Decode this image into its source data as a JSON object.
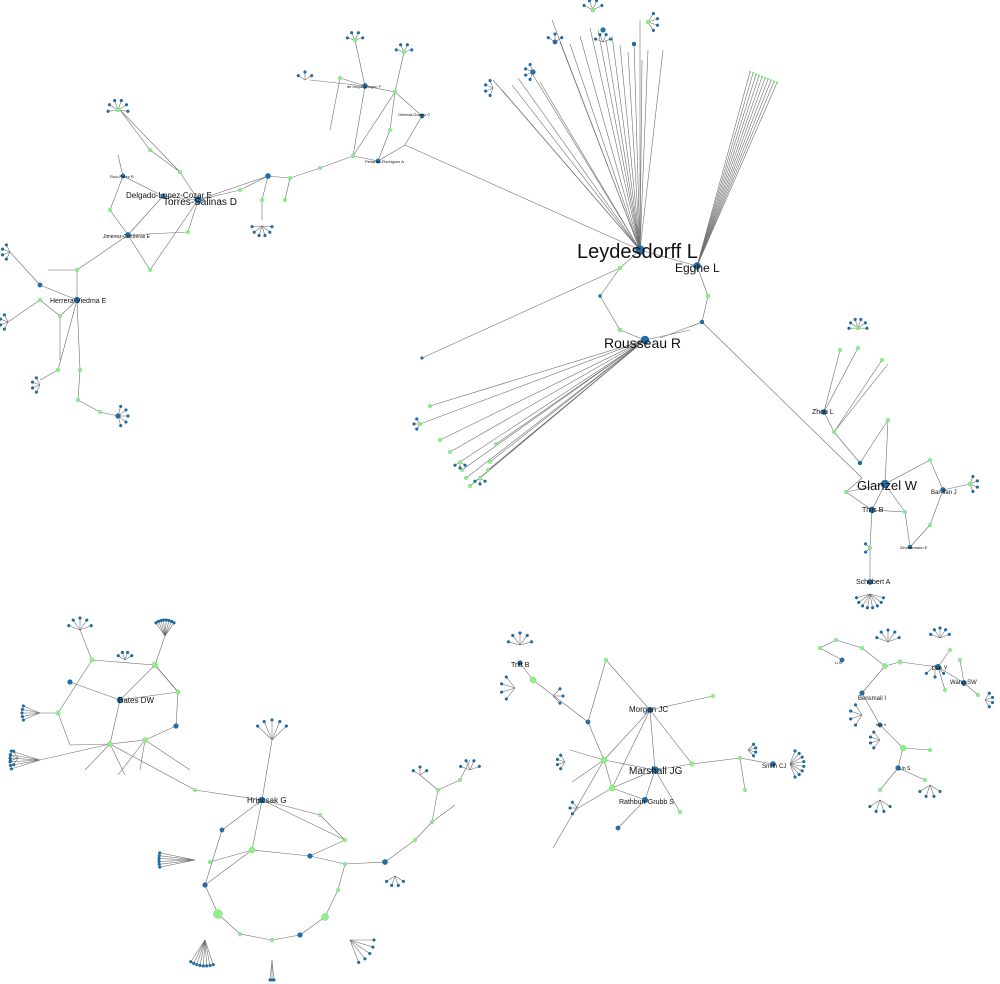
{
  "colors": {
    "author_node": "#1f6fa8",
    "paper_node": "#8ff08a",
    "edge": "#6f6f6f",
    "background": "#ffffff"
  },
  "labels": {
    "leydesdorff": "Leydesdorff L",
    "egghe": "Egghe L",
    "rousseau": "Rousseau R",
    "glanzel": "Glanzel W",
    "thijs": "Thijs B",
    "schubert": "Schubert A",
    "zhou": "Zhou L",
    "bar_ilan": "Bar-Ilan J",
    "zimmermann": "Zimmermann E",
    "torres_salinas": "Torres-Salinas D",
    "delgado": "Delgado-Lopez-Cozar E",
    "jimenez": "Jimenez-Contreras E",
    "herrera": "Herrera-Viedma E",
    "ruiz": "Ruiz-Perez R",
    "moya": "de Moya-Anegon F",
    "olmeda": "Olmeda-Gomez C",
    "perianes": "Perianes-Rodriguez A",
    "bates": "Bates DW",
    "hripcsak": "Hripcsak G",
    "morgan": "Morgan JC",
    "marshall": "Marshall JG",
    "rathbun": "Rathbun-Grubb S",
    "tritt": "Tritt B",
    "smith": "Smith CJ",
    "bensmail": "Bensmail I",
    "lee": "Lee Y",
    "wang": "Wang SW",
    "lin": "Lin S",
    "li": "Li B",
    "kim": "Kim K"
  }
}
